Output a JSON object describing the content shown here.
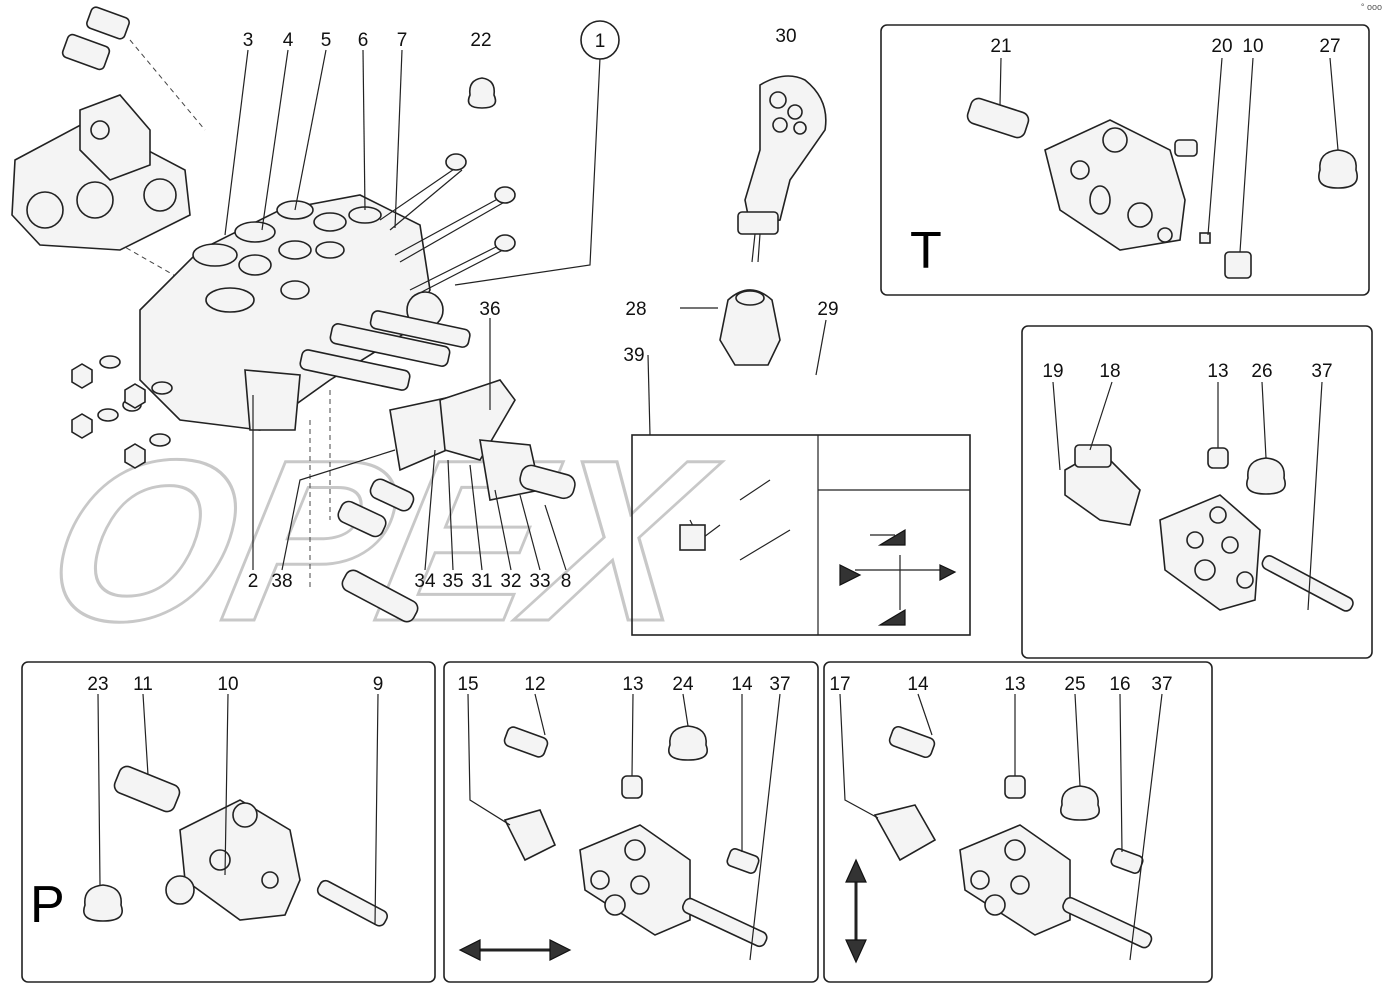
{
  "corner_mark": "° ooo",
  "watermark": "OPEX",
  "panels": {
    "T": {
      "letter": "T",
      "callouts": [
        "21",
        "20",
        "10",
        "27"
      ]
    },
    "right": {
      "callouts": [
        "19",
        "18",
        "13",
        "26",
        "37"
      ]
    },
    "P": {
      "letter": "P",
      "callouts": [
        "23",
        "11",
        "10",
        "9"
      ]
    },
    "bottom_mid": {
      "callouts": [
        "15",
        "12",
        "13",
        "24",
        "14",
        "37"
      ]
    },
    "bottom_right": {
      "callouts": [
        "17",
        "14",
        "13",
        "25",
        "16",
        "37"
      ]
    }
  },
  "main_callouts_top": [
    "3",
    "4",
    "5",
    "6",
    "7",
    "22",
    "1",
    "30"
  ],
  "main_callouts_bottom": [
    "2",
    "38",
    "34",
    "35",
    "31",
    "32",
    "33",
    "8"
  ],
  "center_callouts": [
    "28",
    "29",
    "39",
    "36"
  ]
}
